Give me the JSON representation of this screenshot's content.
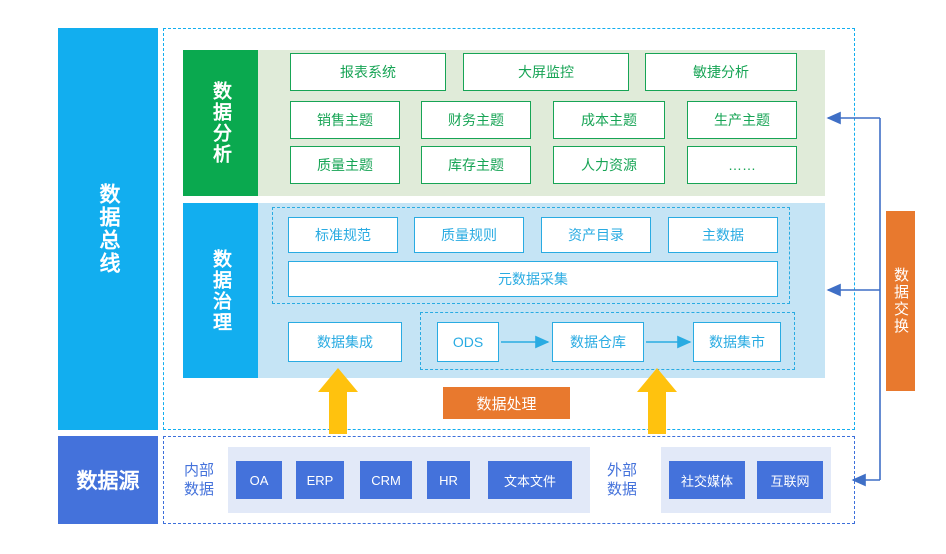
{
  "left_rail": {
    "data_bus": "数据总线",
    "data_source": "数据源"
  },
  "analysis": {
    "label": "数据分析",
    "row1": [
      "报表系统",
      "大屏监控",
      "敏捷分析"
    ],
    "row2": [
      "销售主题",
      "财务主题",
      "成本主题",
      "生产主题"
    ],
    "row3": [
      "质量主题",
      "库存主题",
      "人力资源",
      "……"
    ]
  },
  "governance": {
    "label": "数据治理",
    "standards_row": [
      "标准规范",
      "质量规则",
      "资产目录",
      "主数据"
    ],
    "metadata": "元数据采集",
    "integration": "数据集成",
    "pipeline": [
      "ODS",
      "数据仓库",
      "数据集市"
    ]
  },
  "source": {
    "internal_label": "内部\n数据",
    "internal_label_line1": "内部",
    "internal_label_line2": "数据",
    "internal_items": [
      "OA",
      "ERP",
      "CRM",
      "HR",
      "文本文件"
    ],
    "external_label_line1": "外部",
    "external_label_line2": "数据",
    "external_items": [
      "社交媒体",
      "互联网"
    ]
  },
  "orange": {
    "data_exchange": "数据交换",
    "data_process": "数据处理"
  },
  "colors": {
    "bus_blue": "#12AEEF",
    "source_blue": "#4472DB",
    "green": "#0AA94F",
    "green_box": "#17A455",
    "green_bg": "#E0EBD9",
    "blue_bg": "#C5E4F5",
    "blue_box": "#29ABE2",
    "orange": "#E8792E",
    "yellow_arrow": "#FFC20E",
    "arrow_blue": "#3F6FC6"
  }
}
